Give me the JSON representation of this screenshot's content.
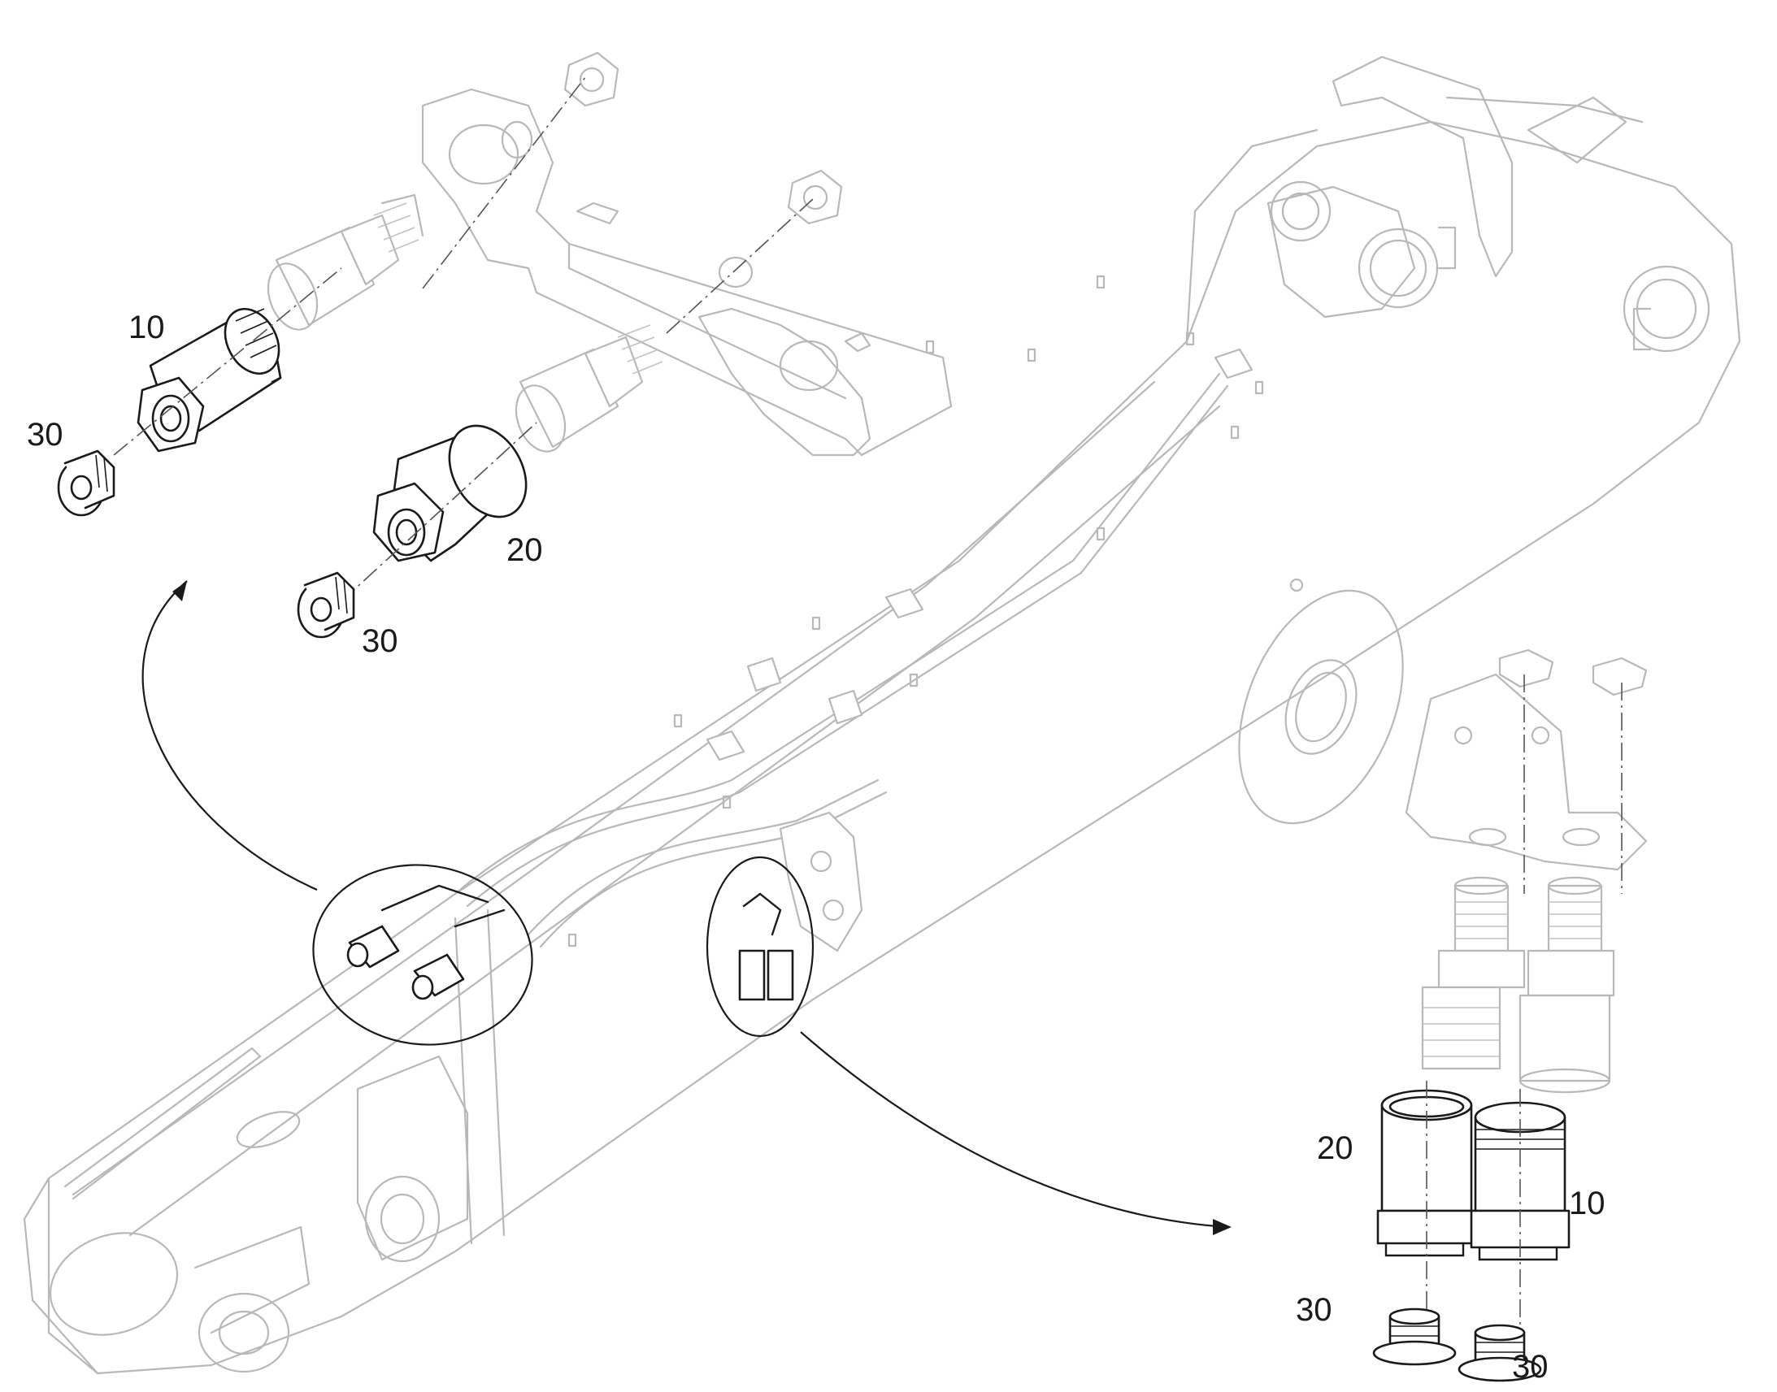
{
  "labels": {
    "item_10_upper": "10",
    "item_30_upper_left": "30",
    "item_20_upper": "20",
    "item_30_upper_right": "30",
    "item_20_lower": "20",
    "item_10_lower": "10",
    "item_30_lower_left": "30",
    "item_30_lower_right": "30"
  },
  "colors": {
    "part_outline": "#1a1a1a",
    "context_outline": "#b8b8b8",
    "background": "#ffffff"
  }
}
